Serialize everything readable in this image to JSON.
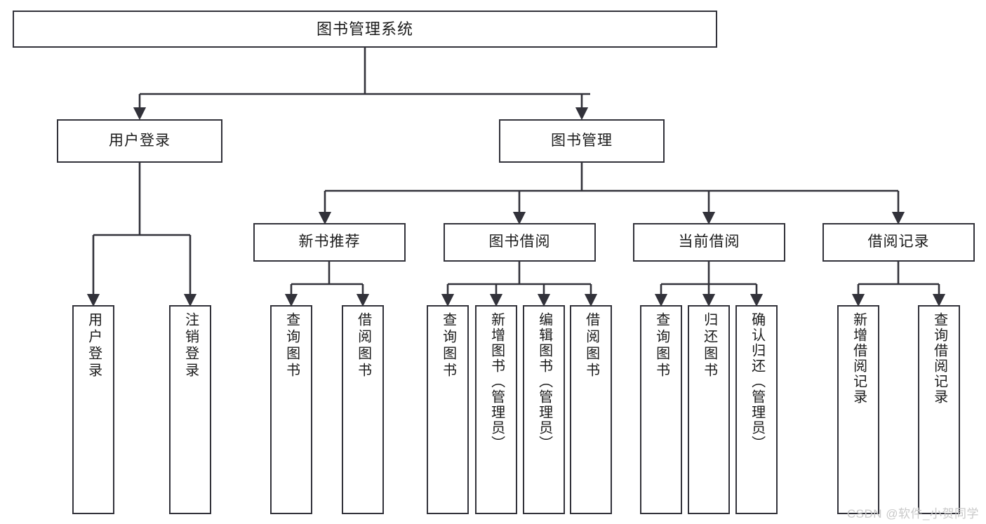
{
  "diagram": {
    "type": "tree",
    "title": "图书管理系统",
    "watermark": "CSDN @软件_小贺同学",
    "colors": {
      "box_border": "#32323a",
      "box_fill": "#ffffff",
      "connector": "#32323a",
      "text": "#1b1b1b",
      "watermark": "#c9c9c9",
      "background": "#ffffff"
    },
    "nodes": {
      "root": {
        "label": "图书管理系统"
      },
      "level2": [
        {
          "label": "用户登录"
        },
        {
          "label": "图书管理"
        }
      ],
      "level3": [
        {
          "label": "新书推荐"
        },
        {
          "label": "图书借阅"
        },
        {
          "label": "当前借阅"
        },
        {
          "label": "借阅记录"
        }
      ],
      "leaves": {
        "user_login": [
          {
            "label": "用户登录"
          },
          {
            "label": "注销登录"
          }
        ],
        "new_book_recommend": [
          {
            "label": "查询图书"
          },
          {
            "label": "借阅图书"
          }
        ],
        "book_borrow": [
          {
            "label": "查询图书"
          },
          {
            "label": "新增图书（管理员）"
          },
          {
            "label": "编辑图书（管理员）"
          },
          {
            "label": "借阅图书"
          }
        ],
        "current_borrow": [
          {
            "label": "查询图书"
          },
          {
            "label": "归还图书"
          },
          {
            "label": "确认归还（管理员）"
          }
        ],
        "borrow_record": [
          {
            "label": "新增借阅记录"
          },
          {
            "label": "查询借阅记录"
          }
        ]
      }
    }
  }
}
